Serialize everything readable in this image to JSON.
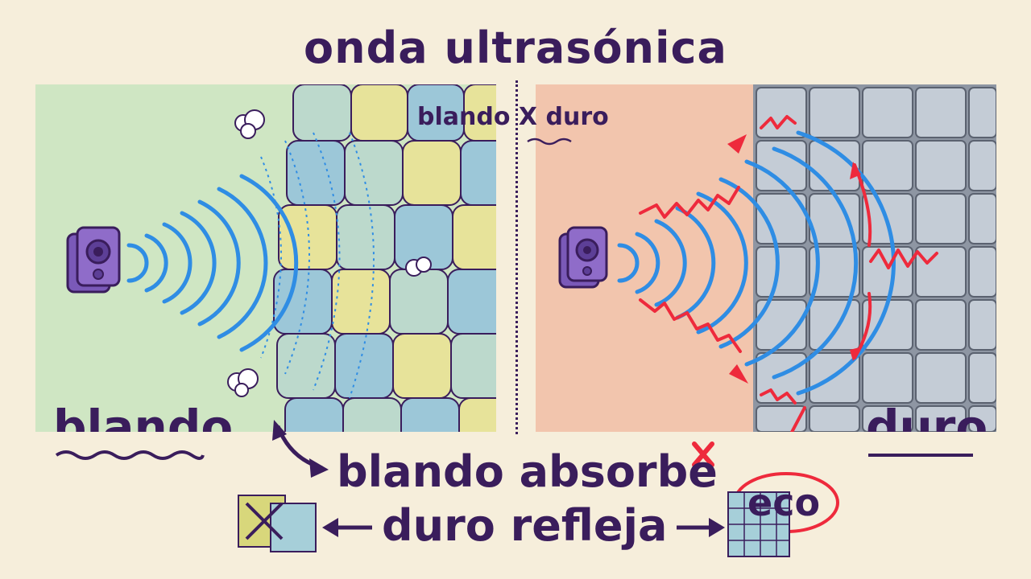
{
  "title": "onda ultrasónica",
  "comparison": {
    "left": "blando",
    "x": "X",
    "right": "duro"
  },
  "left_panel": {
    "label": "blando"
  },
  "right_panel": {
    "label": "duro"
  },
  "statements": {
    "absorb": "blando absorbe",
    "reflect": "duro refleja"
  },
  "echo_label": "eco",
  "colors": {
    "wave": "#2f8de4",
    "reflection": "#ee2a3c",
    "ink": "#3a1d5c",
    "soft_bg": "#cfe6c3",
    "hard_bg": "#f2c5ad"
  }
}
